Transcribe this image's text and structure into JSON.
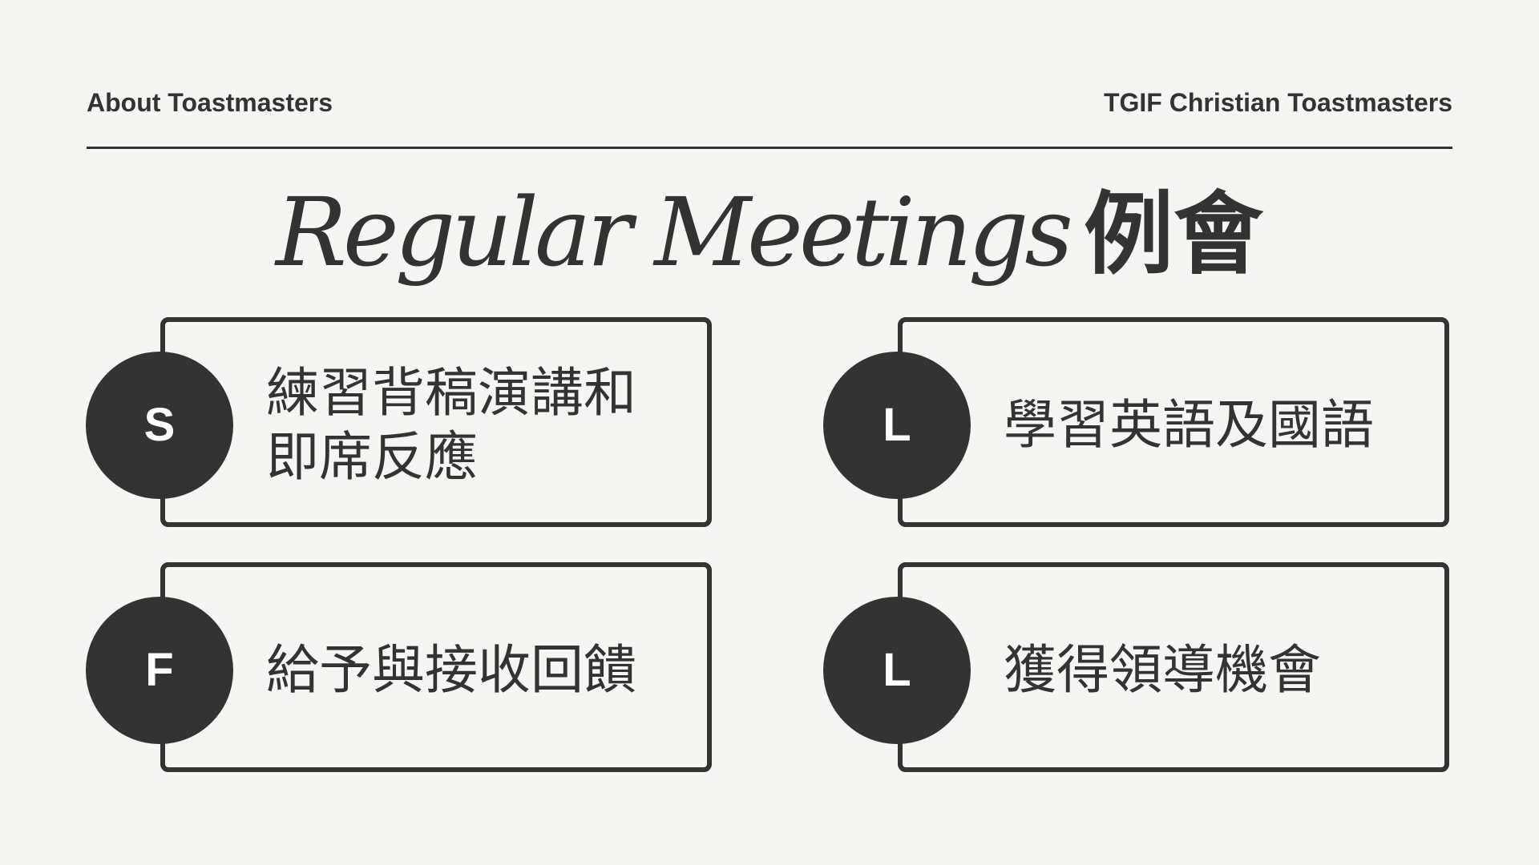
{
  "header": {
    "left": "About Toastmasters",
    "right": "TGIF Christian Toastmasters"
  },
  "title": {
    "english": "Regular Meetings",
    "chinese": "例會"
  },
  "cards": [
    {
      "letter": "S",
      "text": "練習背稿演講和\n即席反應"
    },
    {
      "letter": "L",
      "text": "學習英語及國語"
    },
    {
      "letter": "F",
      "text": "給予與接收回饋"
    },
    {
      "letter": "L",
      "text": "獲得領導機會"
    }
  ],
  "colors": {
    "background": "#f5f5f3",
    "ink": "#333333",
    "circle_text": "#ffffff"
  }
}
